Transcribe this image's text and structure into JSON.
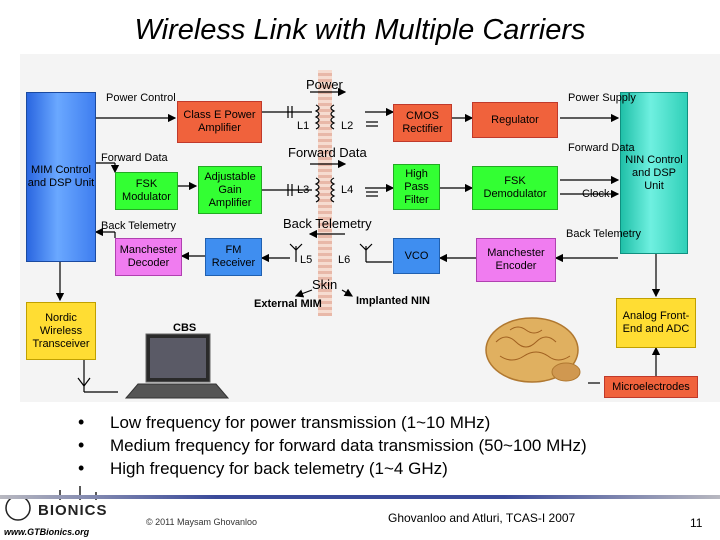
{
  "title": "Wireless Link with Multiple Carriers",
  "blocks": {
    "mim": "MIM Control and DSP Unit",
    "nin": "NIN Control and DSP Unit",
    "class_e": "Class E Power Amplifier",
    "fsk_mod": "FSK Modulator",
    "adj_gain": "Adjustable Gain Amplifier",
    "manchester_dec": "Manchester Decoder",
    "fm_receiver": "FM Receiver",
    "cmos_rect": "CMOS Rectifier",
    "hpf": "High Pass Filter",
    "vco": "VCO",
    "regulator": "Regulator",
    "fsk_demod": "FSK Demodulator",
    "manchester_enc": "Manchester Encoder",
    "nordic": "Nordic Wireless Transceiver",
    "analog_fe": "Analog Front-End and ADC",
    "microelectrodes": "Microelectrodes"
  },
  "labels": {
    "power_control": "Power Control",
    "forward_data_left": "Forward Data",
    "back_telemetry_left": "Back Telemetry",
    "power_supply": "Power Supply",
    "forward_data_right": "Forward Data",
    "clock": "Clock",
    "back_telemetry_right": "Back Telemetry",
    "power_center": "Power",
    "forward_data_center": "Forward Data",
    "back_telemetry_center": "Back Telemetry",
    "skin": "Skin",
    "external_mim": "External MIM",
    "implanted_nin": "Implanted NIN",
    "cbs": "CBS",
    "l1": "L1",
    "l2": "L2",
    "l3": "L3",
    "l4": "L4",
    "l5": "L5",
    "l6": "L6"
  },
  "bullets": [
    "Low frequency for power transmission (1~10 MHz)",
    "Medium frequency for forward data transmission (50~100 MHz)",
    "High frequency for back telemetry (1~4 GHz)"
  ],
  "footer": {
    "copyright": "© 2011 Maysam Ghovanloo",
    "citation": "Ghovanloo and Atluri, TCAS-I 2007",
    "page_number": "11",
    "logo_url": "www.GTBionics.org",
    "logo_word": "BIONICS"
  }
}
